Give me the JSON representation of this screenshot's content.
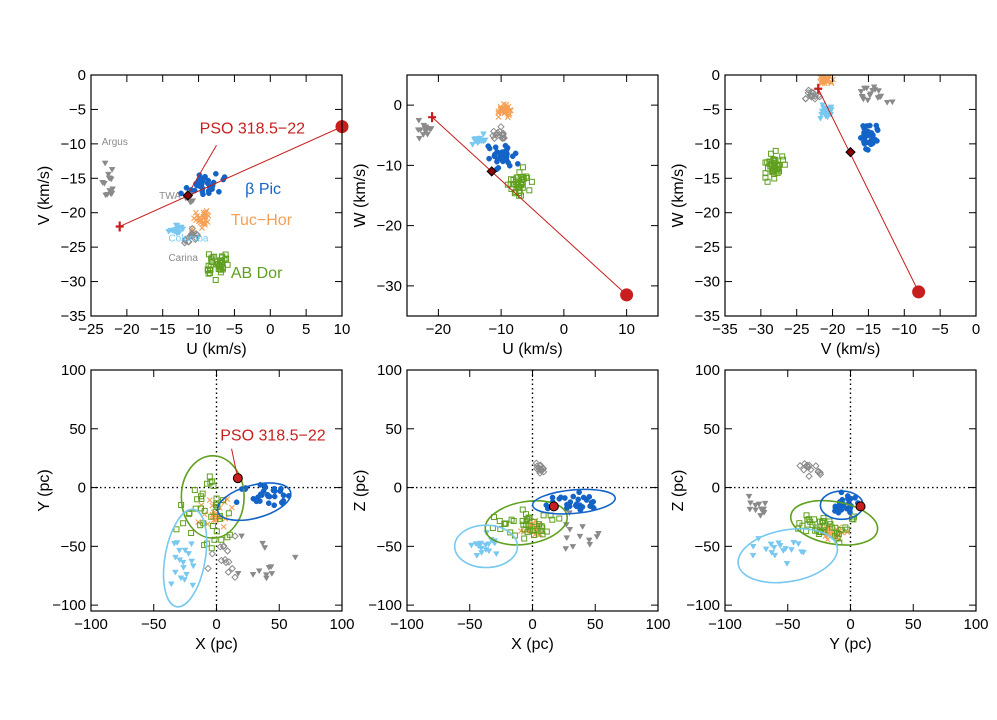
{
  "figure": {
    "group_colors": {
      "betapic": "#1464c8",
      "tuchor": "#f5a055",
      "abdor": "#5fa01e",
      "columba": "#78c8f0",
      "carina": "#8a8a8a",
      "twa": "#8a8a8a",
      "argus": "#8a8a8a",
      "pso": "#c81e1e"
    },
    "labels": {
      "pso": "PSO 318.5−22",
      "betapic": "β Pic",
      "tuchor": "Tuc−Hor",
      "abdor": "AB Dor",
      "columba": "Columba",
      "carina": "Carina",
      "twa": "TWA",
      "argus": "Argus"
    }
  },
  "chart_data": [
    {
      "id": "uv",
      "type": "scatter",
      "xlabel": "U (km/s)",
      "ylabel": "V (km/s)",
      "xlim": [
        -25,
        10
      ],
      "ylim": [
        -35,
        0
      ],
      "xticks": [
        -25,
        -20,
        -15,
        -10,
        -5,
        0,
        5,
        10
      ],
      "yticks": [
        -35,
        -30,
        -25,
        -20,
        -15,
        -10,
        -5,
        0
      ],
      "annotations_shown": true,
      "pso_track": {
        "from": [
          -21,
          -22
        ],
        "to": [
          10,
          -7.5
        ]
      },
      "pso_point": [
        -11.5,
        -17.5
      ],
      "pso_error": [
        -21,
        -22
      ]
    },
    {
      "id": "uw",
      "type": "scatter",
      "xlabel": "U (km/s)",
      "ylabel": "W (km/s)",
      "xlim": [
        -25,
        15
      ],
      "ylim": [
        -35,
        5
      ],
      "xticks": [
        -20,
        -10,
        0,
        10
      ],
      "yticks": [
        -30,
        -20,
        -10,
        0
      ],
      "pso_track": {
        "from": [
          -21,
          -2
        ],
        "to": [
          10,
          -31.5
        ]
      },
      "pso_point": [
        -11.5,
        -11
      ],
      "pso_error": [
        -21,
        -2
      ]
    },
    {
      "id": "vw",
      "type": "scatter",
      "xlabel": "V (km/s)",
      "ylabel": "W (km/s)",
      "xlim": [
        -35,
        0
      ],
      "ylim": [
        -35,
        0
      ],
      "xticks": [
        -35,
        -30,
        -25,
        -20,
        -15,
        -10,
        -5,
        0
      ],
      "yticks": [
        -35,
        -30,
        -25,
        -20,
        -15,
        -10,
        -5,
        0
      ],
      "pso_track": {
        "from": [
          -22,
          -2
        ],
        "to": [
          -8,
          -31.5
        ]
      },
      "pso_point": [
        -17.5,
        -11.2
      ],
      "pso_error": [
        -22,
        -2
      ]
    },
    {
      "id": "xy",
      "type": "scatter",
      "xlabel": "X (pc)",
      "ylabel": "Y (pc)",
      "xlim": [
        -100,
        100
      ],
      "ylim": [
        -105,
        100
      ],
      "xticks": [
        -100,
        -50,
        0,
        50,
        100
      ],
      "yticks": [
        -100,
        -50,
        0,
        50,
        100
      ],
      "pso_point": [
        17,
        8
      ],
      "pso_label_shown": true,
      "ellipses": [
        {
          "group": "abdor",
          "cx": -3,
          "cy": -8,
          "rx": 25,
          "ry": 35,
          "angle": 0
        },
        {
          "group": "betapic",
          "cx": 30,
          "cy": -12,
          "rx": 30,
          "ry": 14,
          "angle": 15
        },
        {
          "group": "columba",
          "cx": -25,
          "cy": -60,
          "rx": 16,
          "ry": 42,
          "angle": -10
        }
      ]
    },
    {
      "id": "xz",
      "type": "scatter",
      "xlabel": "X (pc)",
      "ylabel": "Z (pc)",
      "xlim": [
        -100,
        100
      ],
      "ylim": [
        -105,
        100
      ],
      "xticks": [
        -100,
        -50,
        0,
        50,
        100
      ],
      "yticks": [
        -100,
        -50,
        0,
        50,
        100
      ],
      "pso_point": [
        17,
        -16
      ],
      "ellipses": [
        {
          "group": "abdor",
          "cx": -5,
          "cy": -30,
          "rx": 33,
          "ry": 18,
          "angle": 10
        },
        {
          "group": "betapic",
          "cx": 33,
          "cy": -12,
          "rx": 33,
          "ry": 10,
          "angle": 5
        },
        {
          "group": "columba",
          "cx": -37,
          "cy": -50,
          "rx": 25,
          "ry": 18,
          "angle": 0
        }
      ]
    },
    {
      "id": "yz",
      "type": "scatter",
      "xlabel": "Y (pc)",
      "ylabel": "Z (pc)",
      "xlim": [
        -100,
        100
      ],
      "ylim": [
        -105,
        100
      ],
      "xticks": [
        -100,
        -50,
        0,
        50,
        100
      ],
      "yticks": [
        -100,
        -50,
        0,
        50,
        100
      ],
      "pso_point": [
        8,
        -16
      ],
      "ellipses": [
        {
          "group": "abdor",
          "cx": -13,
          "cy": -30,
          "rx": 35,
          "ry": 18,
          "angle": -10
        },
        {
          "group": "betapic",
          "cx": -7,
          "cy": -15,
          "rx": 17,
          "ry": 12,
          "angle": 0
        },
        {
          "group": "columba",
          "cx": -50,
          "cy": -58,
          "rx": 40,
          "ry": 22,
          "angle": 10
        }
      ]
    }
  ]
}
